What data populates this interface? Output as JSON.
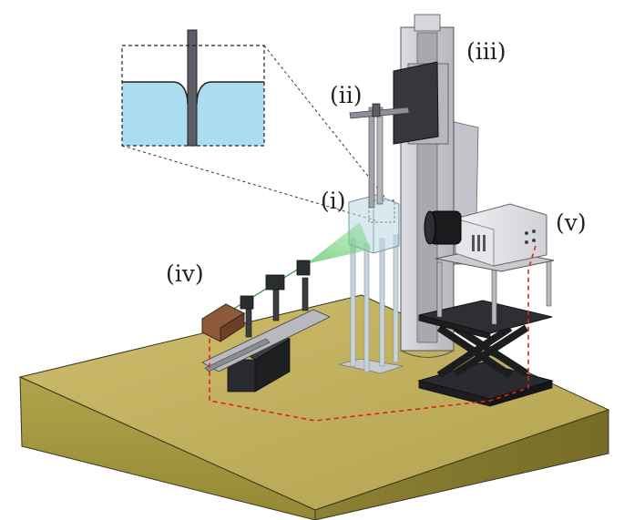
{
  "labels": {
    "i": "(i)",
    "ii": "(ii)",
    "iii": "(iii)",
    "iv": "(iv)",
    "v": "(v)"
  },
  "colors": {
    "ground_top": "#c2b160",
    "ground_front": "#a29641",
    "ground_side": "#8a7f33",
    "laser": "#6fd27a",
    "liquid": "#a9ddef",
    "dashed_line": "#e0231f",
    "aluminium": "#c9cad1",
    "dark_part": "#2e2e30"
  }
}
